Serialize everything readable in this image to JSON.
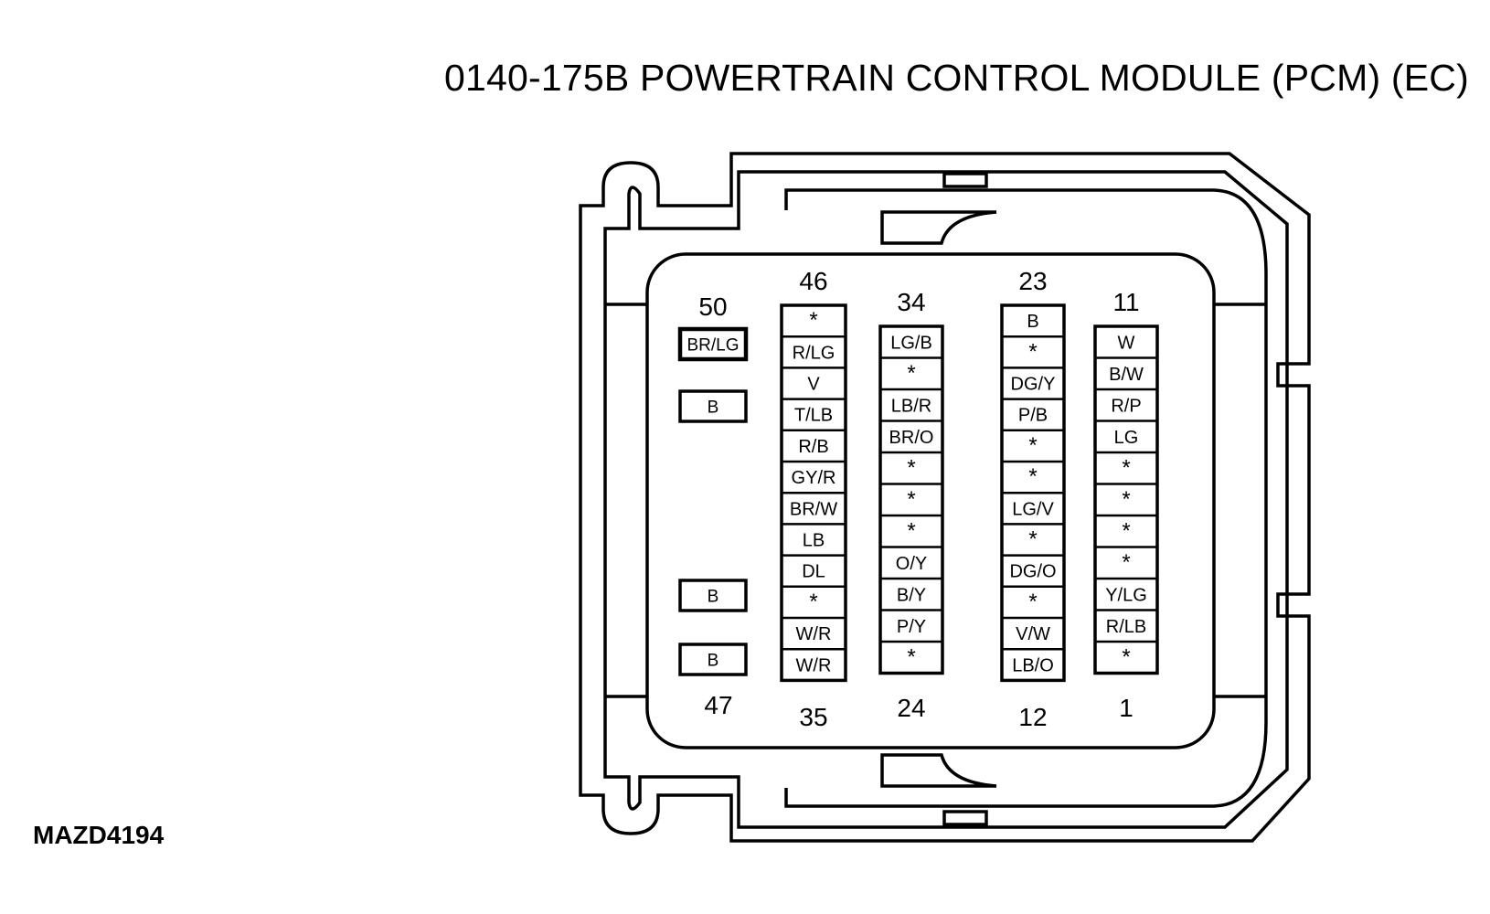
{
  "title": "0140-175B POWERTRAIN CONTROL MODULE (PCM) (EC)",
  "figure_id": "MAZD4194",
  "left_pins": {
    "top_label": "50",
    "bottom_label": "47",
    "pins": [
      "BR/LG",
      "B",
      "B",
      "B"
    ]
  },
  "columns": [
    {
      "top_label": "46",
      "bottom_label": "35",
      "cells": [
        "*",
        "R/LG",
        "V",
        "T/LB",
        "R/B",
        "GY/R",
        "BR/W",
        "LB",
        "DL",
        "*",
        "W/R",
        "W/R"
      ]
    },
    {
      "top_label": "34",
      "bottom_label": "24",
      "cells": [
        "LG/B",
        "*",
        "LB/R",
        "BR/O",
        "*",
        "*",
        "*",
        "O/Y",
        "B/Y",
        "P/Y",
        "*"
      ]
    },
    {
      "top_label": "23",
      "bottom_label": "12",
      "cells": [
        "B",
        "*",
        "DG/Y",
        "P/B",
        "*",
        "*",
        "LG/V",
        "*",
        "DG/O",
        "*",
        "V/W",
        "LB/O"
      ]
    },
    {
      "top_label": "11",
      "bottom_label": "1",
      "cells": [
        "W",
        "B/W",
        "R/P",
        "LG",
        "*",
        "*",
        "*",
        "*",
        "Y/LG",
        "R/LB",
        "*"
      ]
    }
  ]
}
